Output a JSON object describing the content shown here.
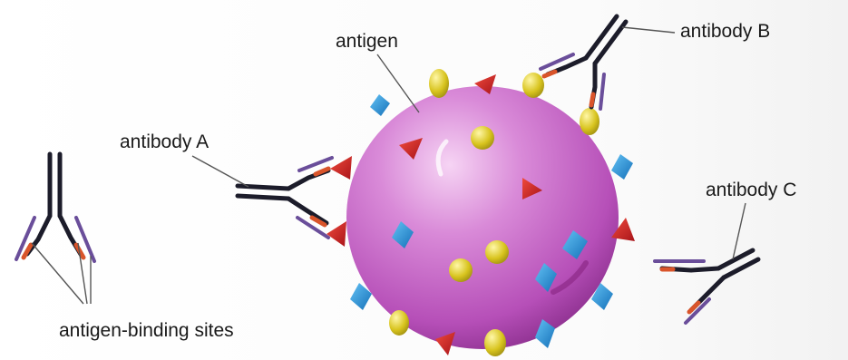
{
  "labels": {
    "antigen": "antigen",
    "antibody_a": "antibody A",
    "antibody_b": "antibody B",
    "antibody_c": "antibody C",
    "binding_sites": "antigen-binding sites"
  },
  "colors": {
    "antigen_body": "#c25cc6",
    "antibody_heavy": "#1c1c2a",
    "antibody_light": "#6a4e9a",
    "binding_tip": "#d9542a",
    "epitope_red": "#d8262a",
    "epitope_blue": "#1f8fd6",
    "epitope_yellow": "#d8c41e"
  }
}
